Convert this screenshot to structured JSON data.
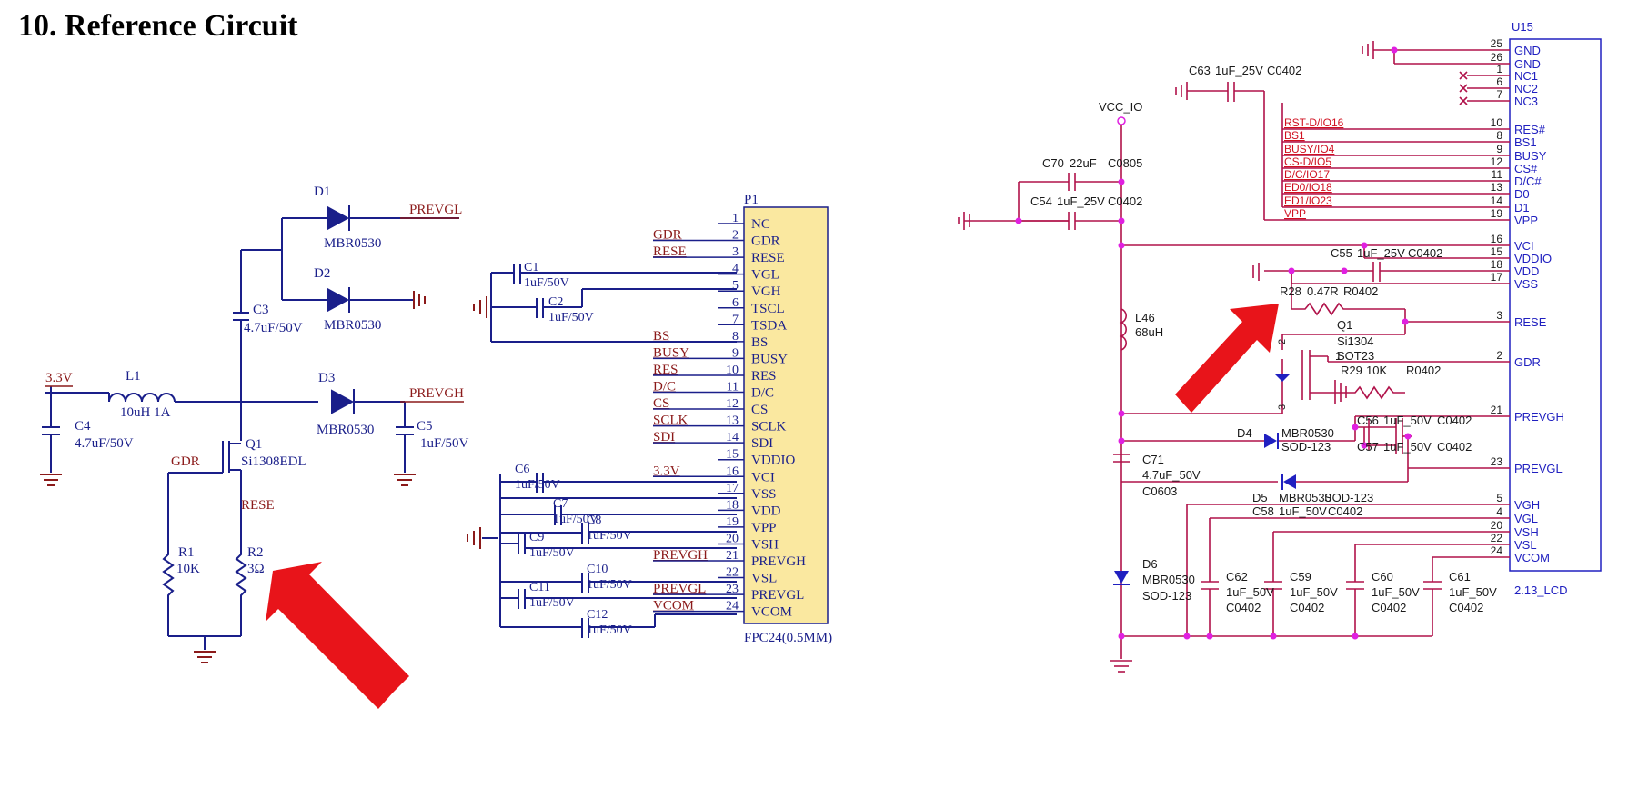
{
  "title": "10. Reference Circuit",
  "colors": {
    "wire_left": "#1a1f8a",
    "label_red": "#8b1a1a",
    "wire_right": "#b0124a",
    "junction": "#e020e0",
    "u15": "#2020c0",
    "connector_fill": "#fae8a0",
    "arrow": "#e8141a"
  },
  "left": {
    "v33": "3.3V",
    "L1": "L1",
    "L1_val": "10uH 1A",
    "C4": "C4",
    "C4_val": "4.7uF/50V",
    "D1": "D1",
    "D1_val": "MBR0530",
    "D2": "D2",
    "D2_val": "MBR0530",
    "D3": "D3",
    "D3_val": "MBR0530",
    "C3": "C3",
    "C3_val": "4.7uF/50V",
    "prevgl": "PREVGL",
    "prevgh": "PREVGH",
    "C5": "C5",
    "C5_val": "1uF/50V",
    "Q1": "Q1",
    "Q1_val": "Si1308EDL",
    "gdr": "GDR",
    "rese": "RESE",
    "R1": "R1",
    "R1_val": "10K",
    "R2": "R2",
    "R2_val": "3Ω"
  },
  "connector": {
    "ref": "P1",
    "footprint": "FPC24(0.5MM)",
    "pins": [
      {
        "num": "1",
        "name": "NC",
        "net": ""
      },
      {
        "num": "2",
        "name": "GDR",
        "net": "GDR"
      },
      {
        "num": "3",
        "name": "RESE",
        "net": "RESE"
      },
      {
        "num": "4",
        "name": "VGL",
        "net": ""
      },
      {
        "num": "5",
        "name": "VGH",
        "net": ""
      },
      {
        "num": "6",
        "name": "TSCL",
        "net": ""
      },
      {
        "num": "7",
        "name": "TSDA",
        "net": ""
      },
      {
        "num": "8",
        "name": "BS",
        "net": "BS"
      },
      {
        "num": "9",
        "name": "BUSY",
        "net": "BUSY"
      },
      {
        "num": "10",
        "name": "RES",
        "net": "RES"
      },
      {
        "num": "11",
        "name": "D/C",
        "net": "D/C"
      },
      {
        "num": "12",
        "name": "CS",
        "net": "CS"
      },
      {
        "num": "13",
        "name": "SCLK",
        "net": "SCLK"
      },
      {
        "num": "14",
        "name": "SDI",
        "net": "SDI"
      },
      {
        "num": "15",
        "name": "VDDIO",
        "net": ""
      },
      {
        "num": "16",
        "name": "VCI",
        "net": "3.3V"
      },
      {
        "num": "17",
        "name": "VSS",
        "net": ""
      },
      {
        "num": "18",
        "name": "VDD",
        "net": ""
      },
      {
        "num": "19",
        "name": "VPP",
        "net": ""
      },
      {
        "num": "20",
        "name": "VSH",
        "net": ""
      },
      {
        "num": "21",
        "name": "PREVGH",
        "net": "PREVGH"
      },
      {
        "num": "22",
        "name": "VSL",
        "net": ""
      },
      {
        "num": "23",
        "name": "PREVGL",
        "net": "PREVGL"
      },
      {
        "num": "24",
        "name": "VCOM",
        "net": "VCOM"
      }
    ],
    "caps": [
      {
        "ref": "C1",
        "val": "1uF/50V"
      },
      {
        "ref": "C2",
        "val": "1uF/50V"
      },
      {
        "ref": "C6",
        "val": "1uF/50V"
      },
      {
        "ref": "C7",
        "val": "1uF/50V"
      },
      {
        "ref": "C8",
        "val": "1uF/50V"
      },
      {
        "ref": "C9",
        "val": "1uF/50V"
      },
      {
        "ref": "C10",
        "val": "1uF/50V"
      },
      {
        "ref": "C11",
        "val": "1uF/50V"
      },
      {
        "ref": "C12",
        "val": "1uF/50V"
      }
    ]
  },
  "right": {
    "u15": "U15",
    "u15_part": "2.13_LCD",
    "pins": [
      {
        "num": "25",
        "name": "GND",
        "net": ""
      },
      {
        "num": "26",
        "name": "GND",
        "net": ""
      },
      {
        "num": "1",
        "name": "NC1",
        "net": ""
      },
      {
        "num": "6",
        "name": "NC2",
        "net": ""
      },
      {
        "num": "7",
        "name": "NC3",
        "net": ""
      },
      {
        "num": "10",
        "name": "RES#",
        "net": "RST-D/IO16"
      },
      {
        "num": "8",
        "name": "BS1",
        "net": "BS1"
      },
      {
        "num": "9",
        "name": "BUSY",
        "net": "BUSY/IO4"
      },
      {
        "num": "12",
        "name": "CS#",
        "net": "CS-D/IO5"
      },
      {
        "num": "11",
        "name": "D/C#",
        "net": "D/C/IO17"
      },
      {
        "num": "13",
        "name": "D0",
        "net": "ED0/IO18"
      },
      {
        "num": "14",
        "name": "D1",
        "net": "ED1/IO23"
      },
      {
        "num": "19",
        "name": "VPP",
        "net": "VPP"
      },
      {
        "num": "16",
        "name": "VCI",
        "net": ""
      },
      {
        "num": "15",
        "name": "VDDIO",
        "net": ""
      },
      {
        "num": "18",
        "name": "VDD",
        "net": ""
      },
      {
        "num": "17",
        "name": "VSS",
        "net": ""
      },
      {
        "num": "3",
        "name": "RESE",
        "net": ""
      },
      {
        "num": "2",
        "name": "GDR",
        "net": ""
      },
      {
        "num": "21",
        "name": "PREVGH",
        "net": ""
      },
      {
        "num": "23",
        "name": "PREVGL",
        "net": ""
      },
      {
        "num": "5",
        "name": "VGH",
        "net": ""
      },
      {
        "num": "4",
        "name": "VGL",
        "net": ""
      },
      {
        "num": "20",
        "name": "VSH",
        "net": ""
      },
      {
        "num": "22",
        "name": "VSL",
        "net": ""
      },
      {
        "num": "24",
        "name": "VCOM",
        "net": ""
      }
    ],
    "vcc_io": "VCC_IO",
    "c63": "C63",
    "c63_val": "1uF_25V",
    "c63_pkg": "C0402",
    "c70": "C70",
    "c70_val": "22uF",
    "c70_pkg": "C0805",
    "c54": "C54",
    "c54_val": "1uF_25V",
    "c54_pkg": "C0402",
    "c55": "C55",
    "c55_val": "1uF_25V",
    "c55_pkg": "C0402",
    "r28": "R28",
    "r28_val": "0.47R",
    "r28_pkg": "R0402",
    "l46": "L46",
    "l46_val": "68uH",
    "q1": "Q1",
    "q1_val": "Si1304",
    "q1_pkg": "SOT23",
    "q1_pin1": "1",
    "q1_pin2": "2",
    "q1_pin3": "3",
    "r29": "R29",
    "r29_val": "10K",
    "r29_pkg": "R0402",
    "d4": "D4",
    "d4_val": "MBR0530",
    "d4_pkg": "SOD-123",
    "c56": "C56",
    "c56_val": "1uF_50V",
    "c56_pkg": "C0402",
    "c57": "C57",
    "c57_val": "1uF_50V",
    "c57_pkg": "C0402",
    "c71": "C71",
    "c71_val": "4.7uF_50V",
    "c71_pkg": "C0603",
    "d5": "D5",
    "d5_val": "MBR0530",
    "d5_pkg": "SOD-123",
    "c58": "C58",
    "c58_val": "1uF_50V",
    "c58_pkg": "C0402",
    "d6": "D6",
    "d6_val": "MBR0530",
    "d6_pkg": "SOD-123",
    "c62": "C62",
    "c62_val": "1uF_50V",
    "c62_pkg": "C0402",
    "c59": "C59",
    "c59_val": "1uF_50V",
    "c59_pkg": "C0402",
    "c60": "C60",
    "c60_val": "1uF_50V",
    "c60_pkg": "C0402",
    "c61": "C61",
    "c61_val": "1uF_50V",
    "c61_pkg": "C0402"
  }
}
